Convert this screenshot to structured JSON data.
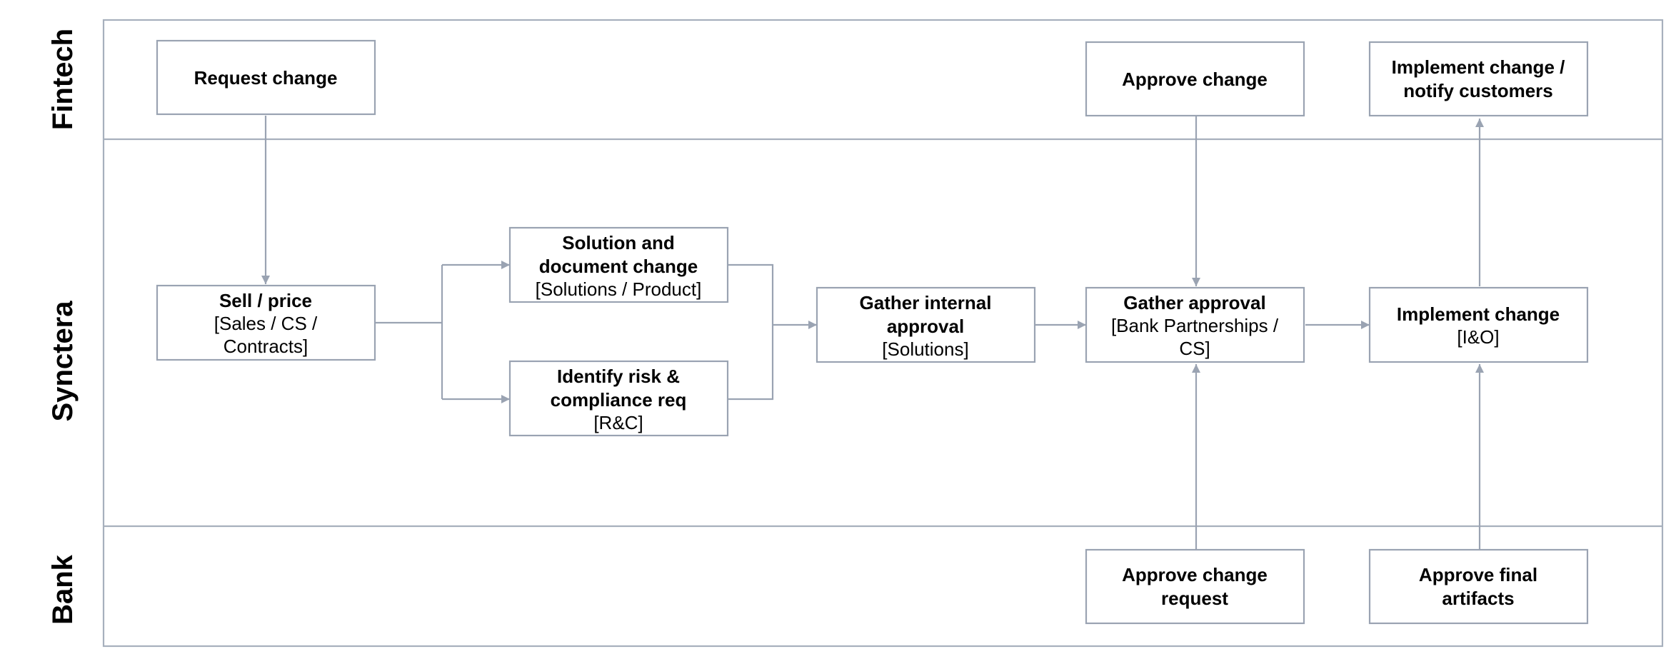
{
  "lanes": {
    "fintech": "Fintech",
    "synctera": "Synctera",
    "bank": "Bank"
  },
  "nodes": {
    "request_change": {
      "title": [
        "Request change"
      ],
      "sub": []
    },
    "sell_price": {
      "title": [
        "Sell / price"
      ],
      "sub": [
        "[Sales / CS /",
        "Contracts]"
      ]
    },
    "solution_doc": {
      "title": [
        "Solution and",
        "document change"
      ],
      "sub": [
        "[Solutions / Product]"
      ]
    },
    "identify_risk": {
      "title": [
        "Identify risk &",
        "compliance req"
      ],
      "sub": [
        "[R&C]"
      ]
    },
    "gather_internal": {
      "title": [
        "Gather internal",
        "approval"
      ],
      "sub": [
        "[Solutions]"
      ]
    },
    "approve_change": {
      "title": [
        "Approve change"
      ],
      "sub": []
    },
    "gather_approval": {
      "title": [
        "Gather approval"
      ],
      "sub": [
        "[Bank Partnerships /",
        "CS]"
      ]
    },
    "approve_change_request": {
      "title": [
        "Approve change",
        "request"
      ],
      "sub": []
    },
    "implement_notify": {
      "title": [
        "Implement change /",
        "notify customers"
      ],
      "sub": []
    },
    "implement_change": {
      "title": [
        "Implement change"
      ],
      "sub": [
        "[I&O]"
      ]
    },
    "approve_final": {
      "title": [
        "Approve final",
        "artifacts"
      ],
      "sub": []
    }
  },
  "colors": {
    "stroke": "#9aa3b2",
    "text": "#000000",
    "background": "#ffffff"
  }
}
